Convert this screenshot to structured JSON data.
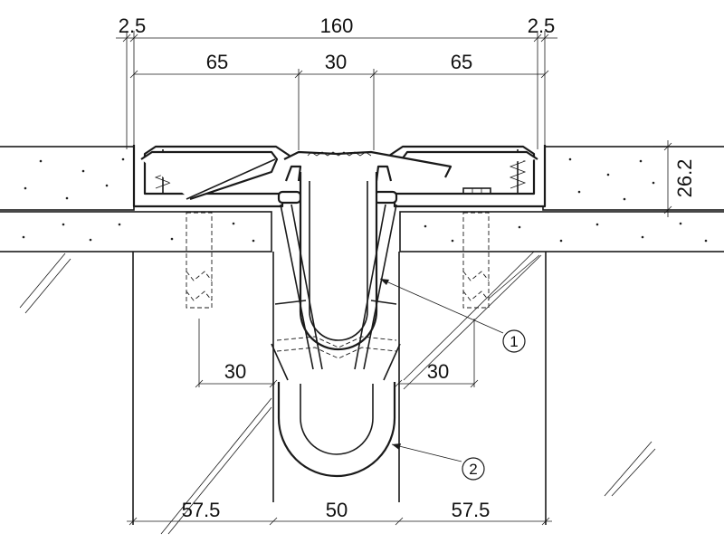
{
  "drawing": {
    "dimensions": {
      "top_left_edge": "2.5",
      "top_total": "160",
      "top_right_edge": "2.5",
      "top_left_span": "65",
      "top_gap": "30",
      "top_right_span": "65",
      "slab_thickness": "26.2",
      "mid_left": "30",
      "mid_right": "30",
      "bottom_left": "57.5",
      "bottom_gap": "50",
      "bottom_right": "57.5"
    },
    "callouts": {
      "seal_upper": "1",
      "seal_lower": "2"
    }
  }
}
